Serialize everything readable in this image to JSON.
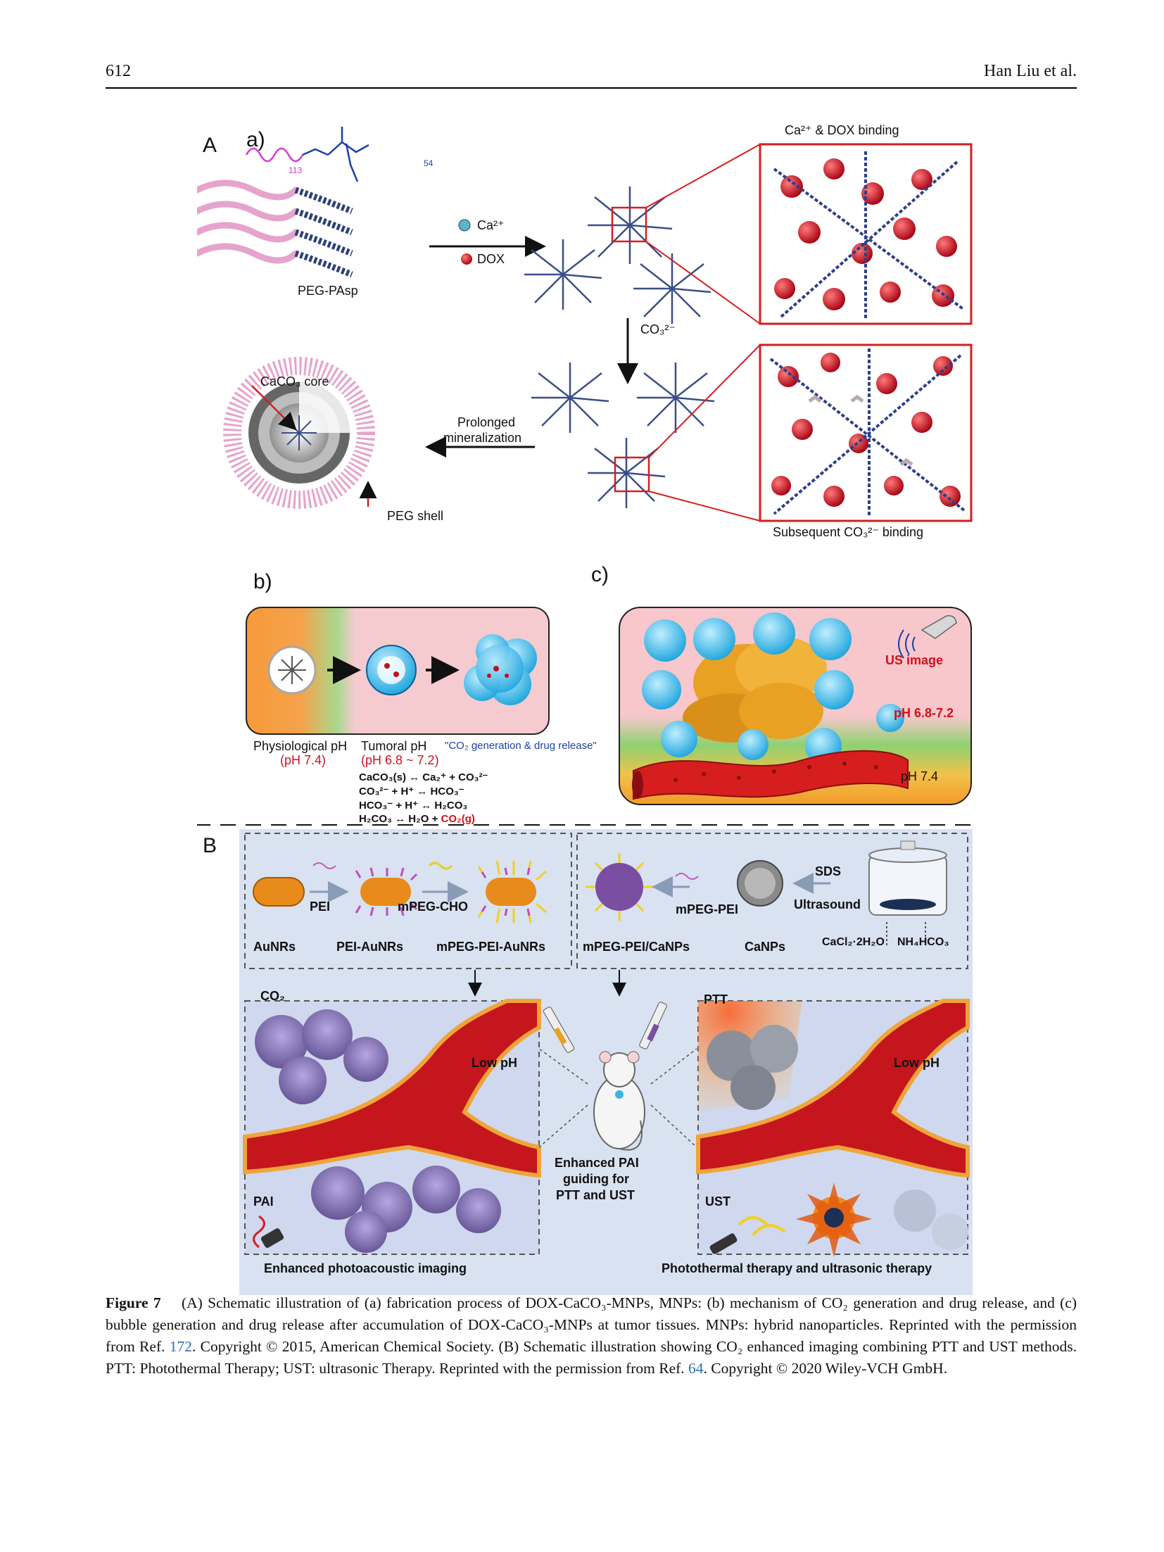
{
  "header": {
    "page_number": "612",
    "running_head": "Han Liu et al."
  },
  "figure": {
    "panel_A": {
      "letter": "A",
      "sub_a": {
        "letter": "a)",
        "polymer_label": "PEG-PAsp",
        "ca_label": "Ca²⁺",
        "dox_label": "DOX",
        "co3_label": "CO₃²⁻",
        "binding_top": "Ca²⁺ & DOX binding",
        "binding_bottom": "Subsequent CO₃²⁻ binding",
        "prolonged": "Prolonged",
        "mineralization": "mineralization",
        "core_label": "CaCO₃ core",
        "shell_label": "PEG shell",
        "n113": "113",
        "n54": "54"
      },
      "sub_b": {
        "letter": "b)",
        "phys_ph": "Physiological pH",
        "phys_val": "(pH 7.4)",
        "tum_ph": "Tumoral pH",
        "tum_val": "(pH 6.8 ~ 7.2)",
        "co2_note": "\"CO₂ generation & drug release\"",
        "eq1": "CaCO₃(s) ↔ Ca₂⁺ + CO₃²⁻",
        "eq2": "CO₃²⁻ + H⁺ ↔ HCO₃⁻",
        "eq3": "HCO₃⁻ + H⁺ ↔ H₂CO₃",
        "eq4_a": "H₂CO₃ ↔ H₂O + ",
        "eq4_b": "CO₂(g)"
      },
      "sub_c": {
        "letter": "c)",
        "us_image": "US image",
        "ph_tumor": "pH 6.8-7.2",
        "ph_blood": "pH 7.4"
      }
    },
    "panel_B": {
      "letter": "B",
      "synth_left": {
        "pei": "PEI",
        "mpeg_cho": "mPEG-CHO",
        "aunrs": "AuNRs",
        "pei_aunrs": "PEI-AuNRs",
        "mpeg_pei_aunrs": "mPEG-PEI-AuNRs"
      },
      "synth_right": {
        "sds": "SDS",
        "ultrasound": "Ultrasound",
        "mpeg_pei": "mPEG-PEI",
        "mpeg_pei_canps": "mPEG-PEI/CaNPs",
        "canps": "CaNPs",
        "cacl2": "CaCl₂·2H₂O",
        "nh4hco3": "NH₄HCO₃"
      },
      "left_box": {
        "co2": "CO₂",
        "low_ph": "Low pH",
        "pai": "PAI",
        "title": "Enhanced photoacoustic imaging"
      },
      "middle": {
        "line1": "Enhanced PAI",
        "line2": "guiding for",
        "line3": "PTT and UST"
      },
      "right_box": {
        "ptt": "PTT",
        "low_ph": "Low pH",
        "ust": "UST",
        "title": "Photothermal therapy and ultrasonic therapy"
      }
    }
  },
  "caption": {
    "label": "Figure 7",
    "text_1": "(A) Schematic illustration of (a) fabrication process of DOX-CaCO₃-MNPs, MNPs: (b) mechanism of CO₂ generation and drug release, and (c) bubble generation and drug release after accumulation of DOX-CaCO₃-MNPs at tumor tissues. MNPs: hybrid nanoparticles. Reprinted with the permission from Ref. ",
    "ref_1": "172",
    "text_2": ". Copyright © 2015, American Chemical Society. (B) Schematic illustration showing CO₂ enhanced imaging combining PTT and UST methods. PTT: Photothermal Therapy; UST: ultrasonic Therapy. Reprinted with the permission from Ref. ",
    "ref_2": "64",
    "text_3": ". Copyright © 2020 Wiley-VCH GmbH."
  }
}
